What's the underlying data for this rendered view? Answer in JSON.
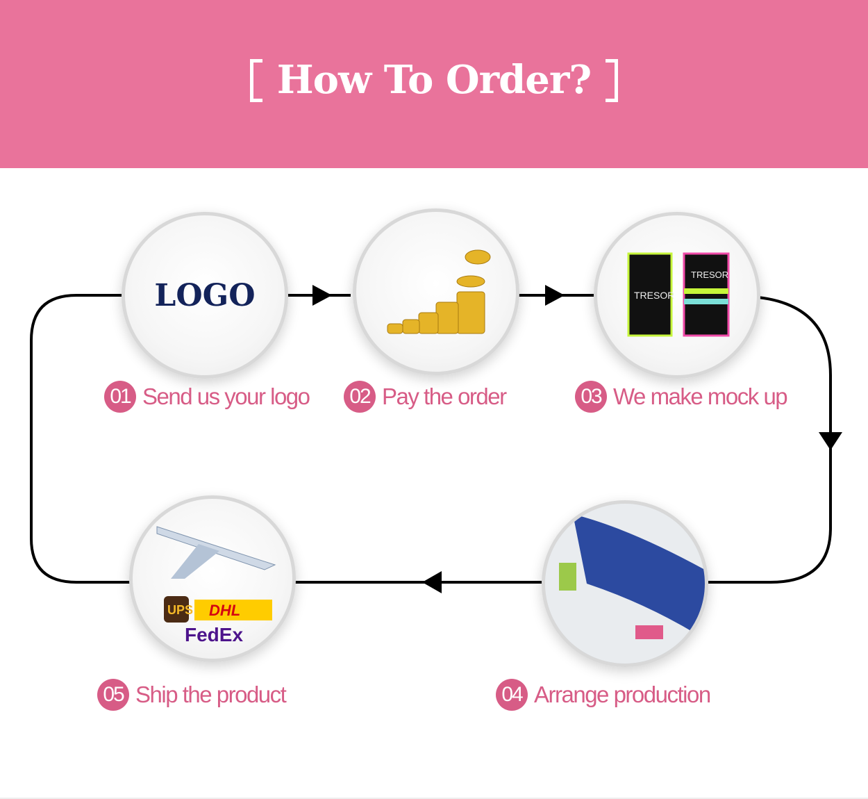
{
  "header": {
    "title": "How To Order?",
    "bg_color": "#E9739B"
  },
  "steps": [
    {
      "num": "01",
      "label": "Send us your logo",
      "image": "LOGO"
    },
    {
      "num": "02",
      "label": "Pay the order",
      "image": "gold-coins"
    },
    {
      "num": "03",
      "label": "We make mock up",
      "image": "hang-tag-mockup",
      "tag_text": "TRESOR"
    },
    {
      "num": "04",
      "label": "Arrange production",
      "image": "printing-production"
    },
    {
      "num": "05",
      "label": "Ship the product",
      "image": "airplane-couriers",
      "couriers": [
        "UPS",
        "DHL",
        "FedEx"
      ]
    }
  ],
  "accent_color": "#D75C86"
}
